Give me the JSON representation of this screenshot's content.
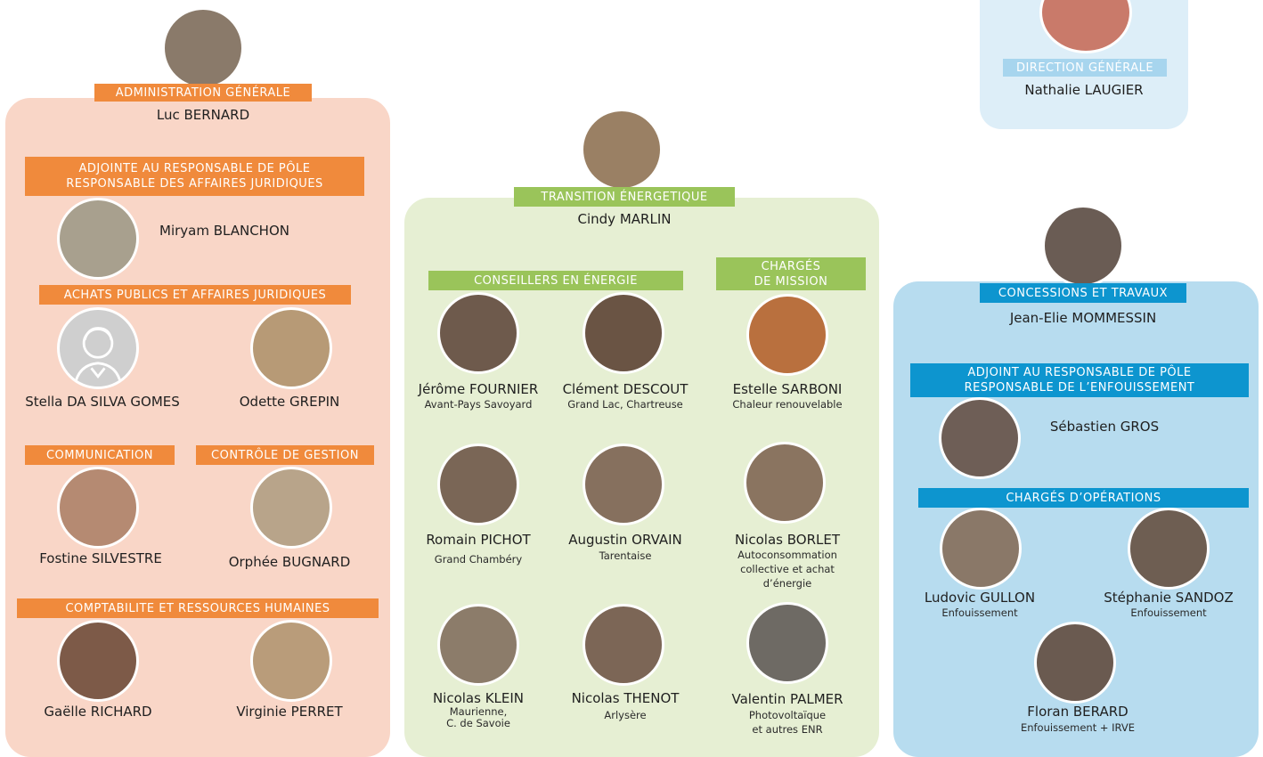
{
  "director": {
    "banner": "DIRECTION GÉNÉRALE",
    "name": "Nathalie LAUGIER"
  },
  "admin": {
    "head_banner": "ADMINISTRATION GÉNÉRALE",
    "head_name": "Luc BERNARD",
    "deputy_banner_1": "ADJOINTE AU RESPONSABLE DE PÔLE",
    "deputy_banner_2": "RESPONSABLE DES AFFAIRES JURIDIQUES",
    "deputy_name": "Miryam BLANCHON",
    "achats_banner": "ACHATS PUBLICS ET AFFAIRES JURIDIQUES",
    "achats": [
      "Stella DA SILVA GOMES",
      "Odette GREPIN"
    ],
    "comm_banner": "COMMUNICATION",
    "comm_name": "Fostine SILVESTRE",
    "cg_banner": "CONTRÔLE DE GESTION",
    "cg_name": "Orphée BUGNARD",
    "compta_banner": "COMPTABILITE ET RESSOURCES HUMAINES",
    "compta": [
      "Gaëlle RICHARD",
      "Virginie PERRET"
    ]
  },
  "te": {
    "head_banner": "TRANSITION ÉNERGETIQUE",
    "head_name": "Cindy MARLIN",
    "conseillers_banner": "CONSEILLERS EN ÉNERGIE",
    "charges_banner_1": "CHARGÉS",
    "charges_banner_2": "DE MISSION",
    "people": [
      {
        "name": "Jérôme FOURNIER",
        "sub": "Avant-Pays Savoyard"
      },
      {
        "name": "Clément DESCOUT",
        "sub": "Grand Lac, Chartreuse"
      },
      {
        "name": "Estelle SARBONI",
        "sub": "Chaleur renouvelable"
      },
      {
        "name": "Romain PICHOT",
        "sub": "Grand Chambéry"
      },
      {
        "name": "Augustin ORVAIN",
        "sub": "Tarentaise"
      },
      {
        "name": "Nicolas BORLET",
        "sub1": "Autoconsommation",
        "sub2": "collective et achat",
        "sub3": "d’énergie"
      },
      {
        "name": "Nicolas KLEIN",
        "sub1": "Maurienne,",
        "sub2": "C. de Savoie"
      },
      {
        "name": "Nicolas THENOT",
        "sub": "Arlysère"
      },
      {
        "name": "Valentin PALMER",
        "sub1": "Photovoltaïque",
        "sub2": "et autres ENR"
      }
    ]
  },
  "ct": {
    "head_banner": "CONCESSIONS ET TRAVAUX",
    "head_name": "Jean-Elie MOMMESSIN",
    "deputy_banner_1": "ADJOINT AU RESPONSABLE DE PÔLE",
    "deputy_banner_2": "RESPONSABLE DE L’ENFOUISSEMENT",
    "deputy_name": "Sébastien GROS",
    "ops_banner": "CHARGÉS D’OPÉRATIONS",
    "ops": [
      {
        "name": "Ludovic GULLON",
        "sub": "Enfouissement"
      },
      {
        "name": "Stéphanie SANDOZ",
        "sub": "Enfouissement"
      },
      {
        "name": "Floran BERARD",
        "sub": "Enfouissement + IRVE"
      }
    ]
  },
  "colors": {
    "orange": "#f08a3c",
    "green": "#9ac45a",
    "blue": "#0d95cf",
    "admin_bg": "#f9d6c7",
    "te_bg": "#e6efd3",
    "ct_bg": "#b7dcef"
  }
}
